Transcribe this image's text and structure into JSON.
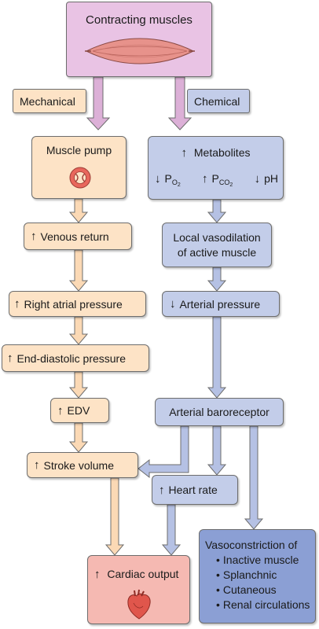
{
  "top": {
    "title": "Contracting muscles"
  },
  "branches": {
    "mechanical": "Mechanical",
    "chemical": "Chemical"
  },
  "left": {
    "muscle_pump": "Muscle pump",
    "venous_return": "Venous return",
    "right_atrial": "Right atrial pressure",
    "end_diastolic": "End-diastolic pressure",
    "edv": "EDV",
    "stroke_volume": "Stroke volume"
  },
  "right": {
    "metabolites": "Metabolites",
    "po2_p": "P",
    "po2_o": "O",
    "po2_2": "2",
    "pco2_p": "P",
    "pco2_co": "CO",
    "pco2_2": "2",
    "ph": "pH",
    "vasodilation_1": "Local vasodilation",
    "vasodilation_2": "of active muscle",
    "arterial_pressure": "Arterial pressure",
    "baroreceptor": "Arterial baroreceptor",
    "heart_rate": "Heart rate"
  },
  "vaso": {
    "title": "Vasoconstriction of",
    "items": [
      "Inactive muscle",
      "Splanchnic",
      "Cutaneous",
      "Renal circulations"
    ]
  },
  "output": {
    "cardiac_output": "Cardiac output"
  }
}
